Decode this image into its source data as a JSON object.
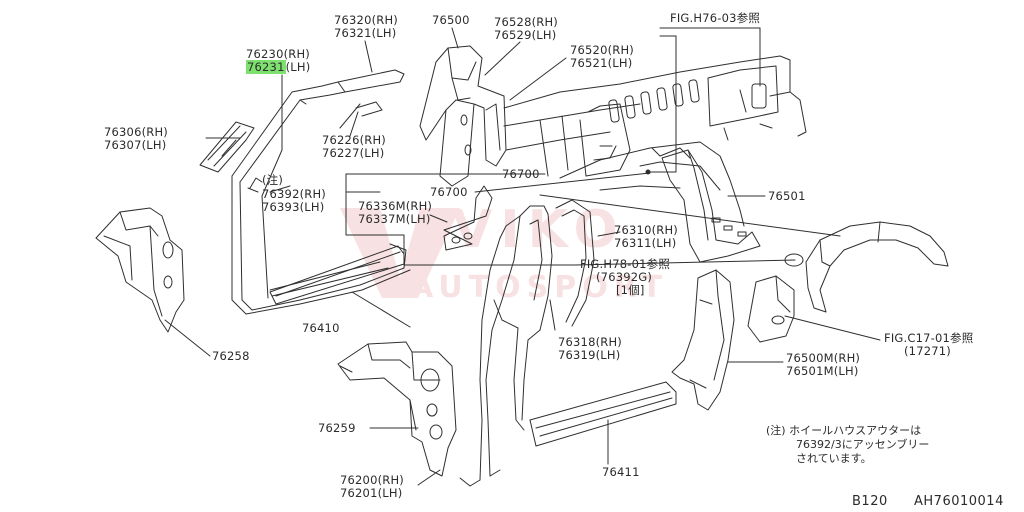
{
  "callouts": {
    "c76320": {
      "a": "76320(RH)",
      "b": "76321(LH)"
    },
    "c76500": {
      "a": "76500"
    },
    "c76528": {
      "a": "76528(RH)",
      "b": "76529(LH)"
    },
    "c76520": {
      "a": "76520(RH)",
      "b": "76521(LH)"
    },
    "c76230": {
      "a": "76230(RH)",
      "b": "76231",
      "b_suffix": "(LH)"
    },
    "cfigH76": {
      "a": "FIG.H76-03参照"
    },
    "c76306": {
      "a": "76306(RH)",
      "b": "76307(LH)"
    },
    "c76226": {
      "a": "76226(RH)",
      "b": "76227(LH)"
    },
    "cnote": {
      "a": "(注)"
    },
    "c76392": {
      "a": "76392(RH)",
      "b": "76393(LH)"
    },
    "c76700a": {
      "a": "76700"
    },
    "c76700b": {
      "a": "76700"
    },
    "c76501": {
      "a": "76501"
    },
    "c76336": {
      "a": "76336M(RH)",
      "b": "76337M(LH)"
    },
    "c76310": {
      "a": "76310(RH)",
      "b": "76311(LH)"
    },
    "cfigH78": {
      "a": "FIG.H78-01参照",
      "b": "(76392G)",
      "c": "[1個]"
    },
    "c76410": {
      "a": "76410"
    },
    "c76258": {
      "a": "76258"
    },
    "c76318": {
      "a": "76318(RH)",
      "b": "76319(LH)"
    },
    "cfigC17": {
      "a": "FIG.C17-01参照",
      "b": "(17271)"
    },
    "c76500M": {
      "a": "76500M(RH)",
      "b": "76501M(LH)"
    },
    "c76259": {
      "a": "76259"
    },
    "c76411": {
      "a": "76411"
    },
    "c76200": {
      "a": "76200(RH)",
      "b": "76201(LH)"
    }
  },
  "note": {
    "line1": "(注) ホイールハウスアウターは",
    "line2": "76392/3にアッセンブリー",
    "line3": "されています。"
  },
  "footer": {
    "code": "B120",
    "ref": "AH76010014"
  },
  "watermark": {
    "line1": "VIKO",
    "line2": "AUTOSPORT"
  },
  "colors": {
    "line": "#2f2f2f",
    "highlight": "#7ee06f",
    "watermark": "#c41e2a"
  }
}
